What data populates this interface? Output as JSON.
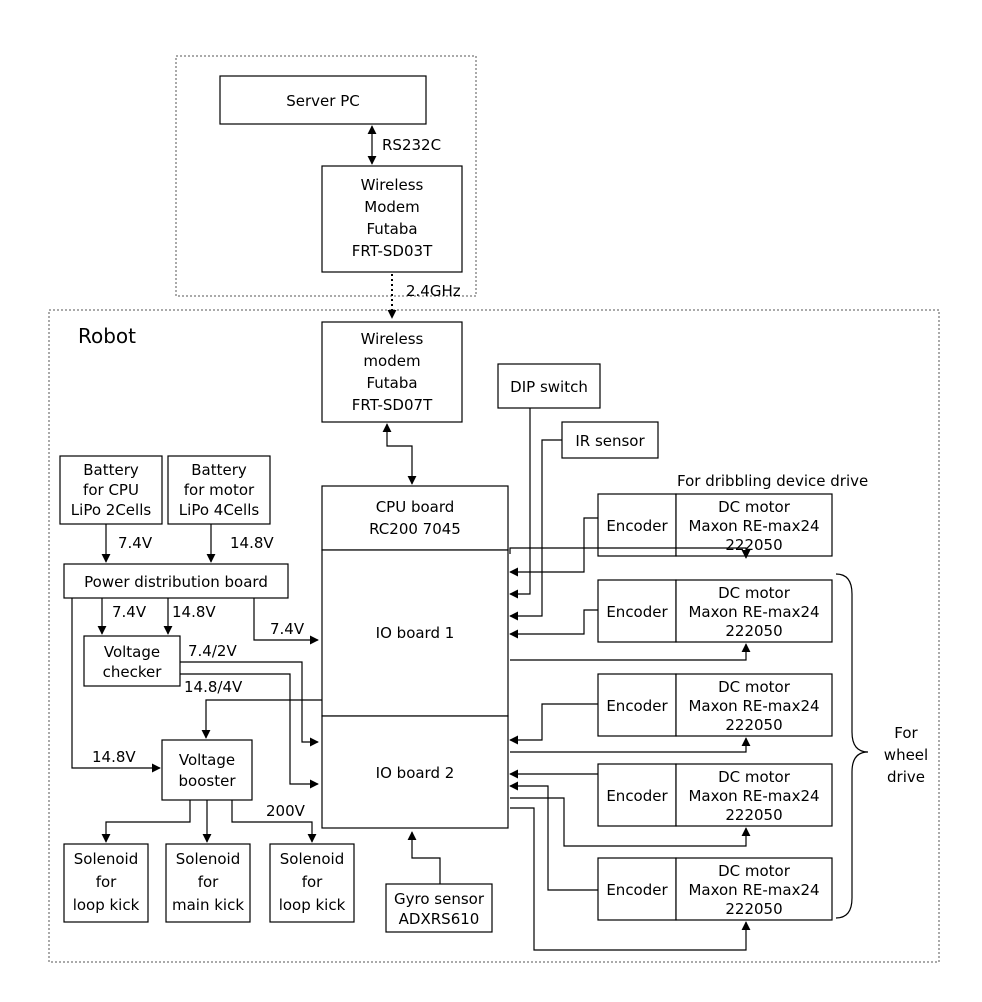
{
  "regions": {
    "robot": "Robot"
  },
  "server_pc": "Server PC",
  "rs232c": "RS232C",
  "modem_server": [
    "Wireless",
    "Modem",
    "Futaba",
    "FRT-SD03T"
  ],
  "link_2_4ghz": "2.4GHz",
  "modem_robot": [
    "Wireless",
    "modem",
    "Futaba",
    "FRT-SD07T"
  ],
  "dip_switch": "DIP switch",
  "ir_sensor": "IR sensor",
  "battery_cpu": [
    "Battery",
    "for CPU",
    "LiPo 2Cells"
  ],
  "battery_motor": [
    "Battery",
    "for motor",
    "LiPo 4Cells"
  ],
  "cpu_board": [
    "CPU board",
    "RC200 7045"
  ],
  "io_board_1": "IO board 1",
  "io_board_2": "IO board 2",
  "power_board": "Power distribution board",
  "voltage_checker": [
    "Voltage",
    "checker"
  ],
  "voltage_booster": [
    "Voltage",
    "booster"
  ],
  "gyro": [
    "Gyro sensor",
    "ADXRS610"
  ],
  "solenoids": [
    [
      "Solenoid",
      "for",
      "loop kick"
    ],
    [
      "Solenoid",
      "for",
      "main kick"
    ],
    [
      "Solenoid",
      "for",
      "loop kick"
    ]
  ],
  "encoder_label": "Encoder",
  "motor_lines": [
    "DC motor",
    "Maxon RE-max24",
    "222050"
  ],
  "dribbling_caption": "For dribbling device drive",
  "wheel_caption": [
    "For",
    "wheel",
    "drive"
  ],
  "voltages": {
    "v7_4": "7.4V",
    "v14_8": "14.8V",
    "v7_4_2": "7.4/2V",
    "v14_8_4": "14.8/4V",
    "v200": "200V"
  }
}
